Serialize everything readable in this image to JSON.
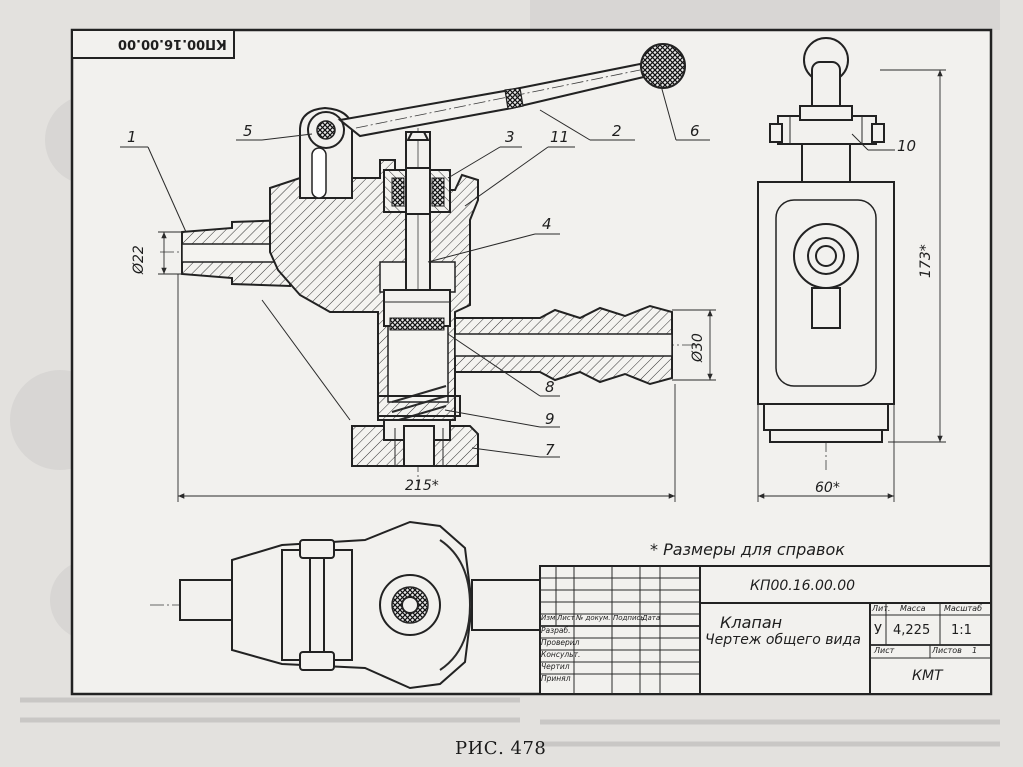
{
  "drawing": {
    "code_top_corner": "КП00.16.00.00",
    "note": "* Размеры для справок",
    "part_numbers": [
      "1",
      "5",
      "3",
      "11",
      "2",
      "6",
      "10",
      "4",
      "8",
      "9",
      "7"
    ],
    "dimensions": {
      "d_inlet": "Ø22",
      "d_outlet": "Ø30",
      "length": "215*",
      "height": "173*",
      "width": "60*"
    }
  },
  "title_block": {
    "code": "КП00.16.00.00",
    "name": "Клапан",
    "doc_type": "Чертеж общего вида",
    "header_izm": "Изм",
    "header_list": "Лист",
    "header_doc": "№ докум.",
    "header_sign": "Подпись",
    "header_date": "Дата",
    "roles": [
      "Разраб.",
      "Проверил",
      "Консульт.",
      "Чертил",
      "Принял"
    ],
    "lit_label": "Лит.",
    "mass_label": "Масса",
    "scale_label": "Масштаб",
    "lit_value": "У",
    "mass_value": "4,225",
    "scale_value": "1:1",
    "sheet_label": "Лист",
    "sheets_label": "Листов",
    "sheets_value": "1",
    "org": "КМТ"
  },
  "caption": "РИС. 478"
}
